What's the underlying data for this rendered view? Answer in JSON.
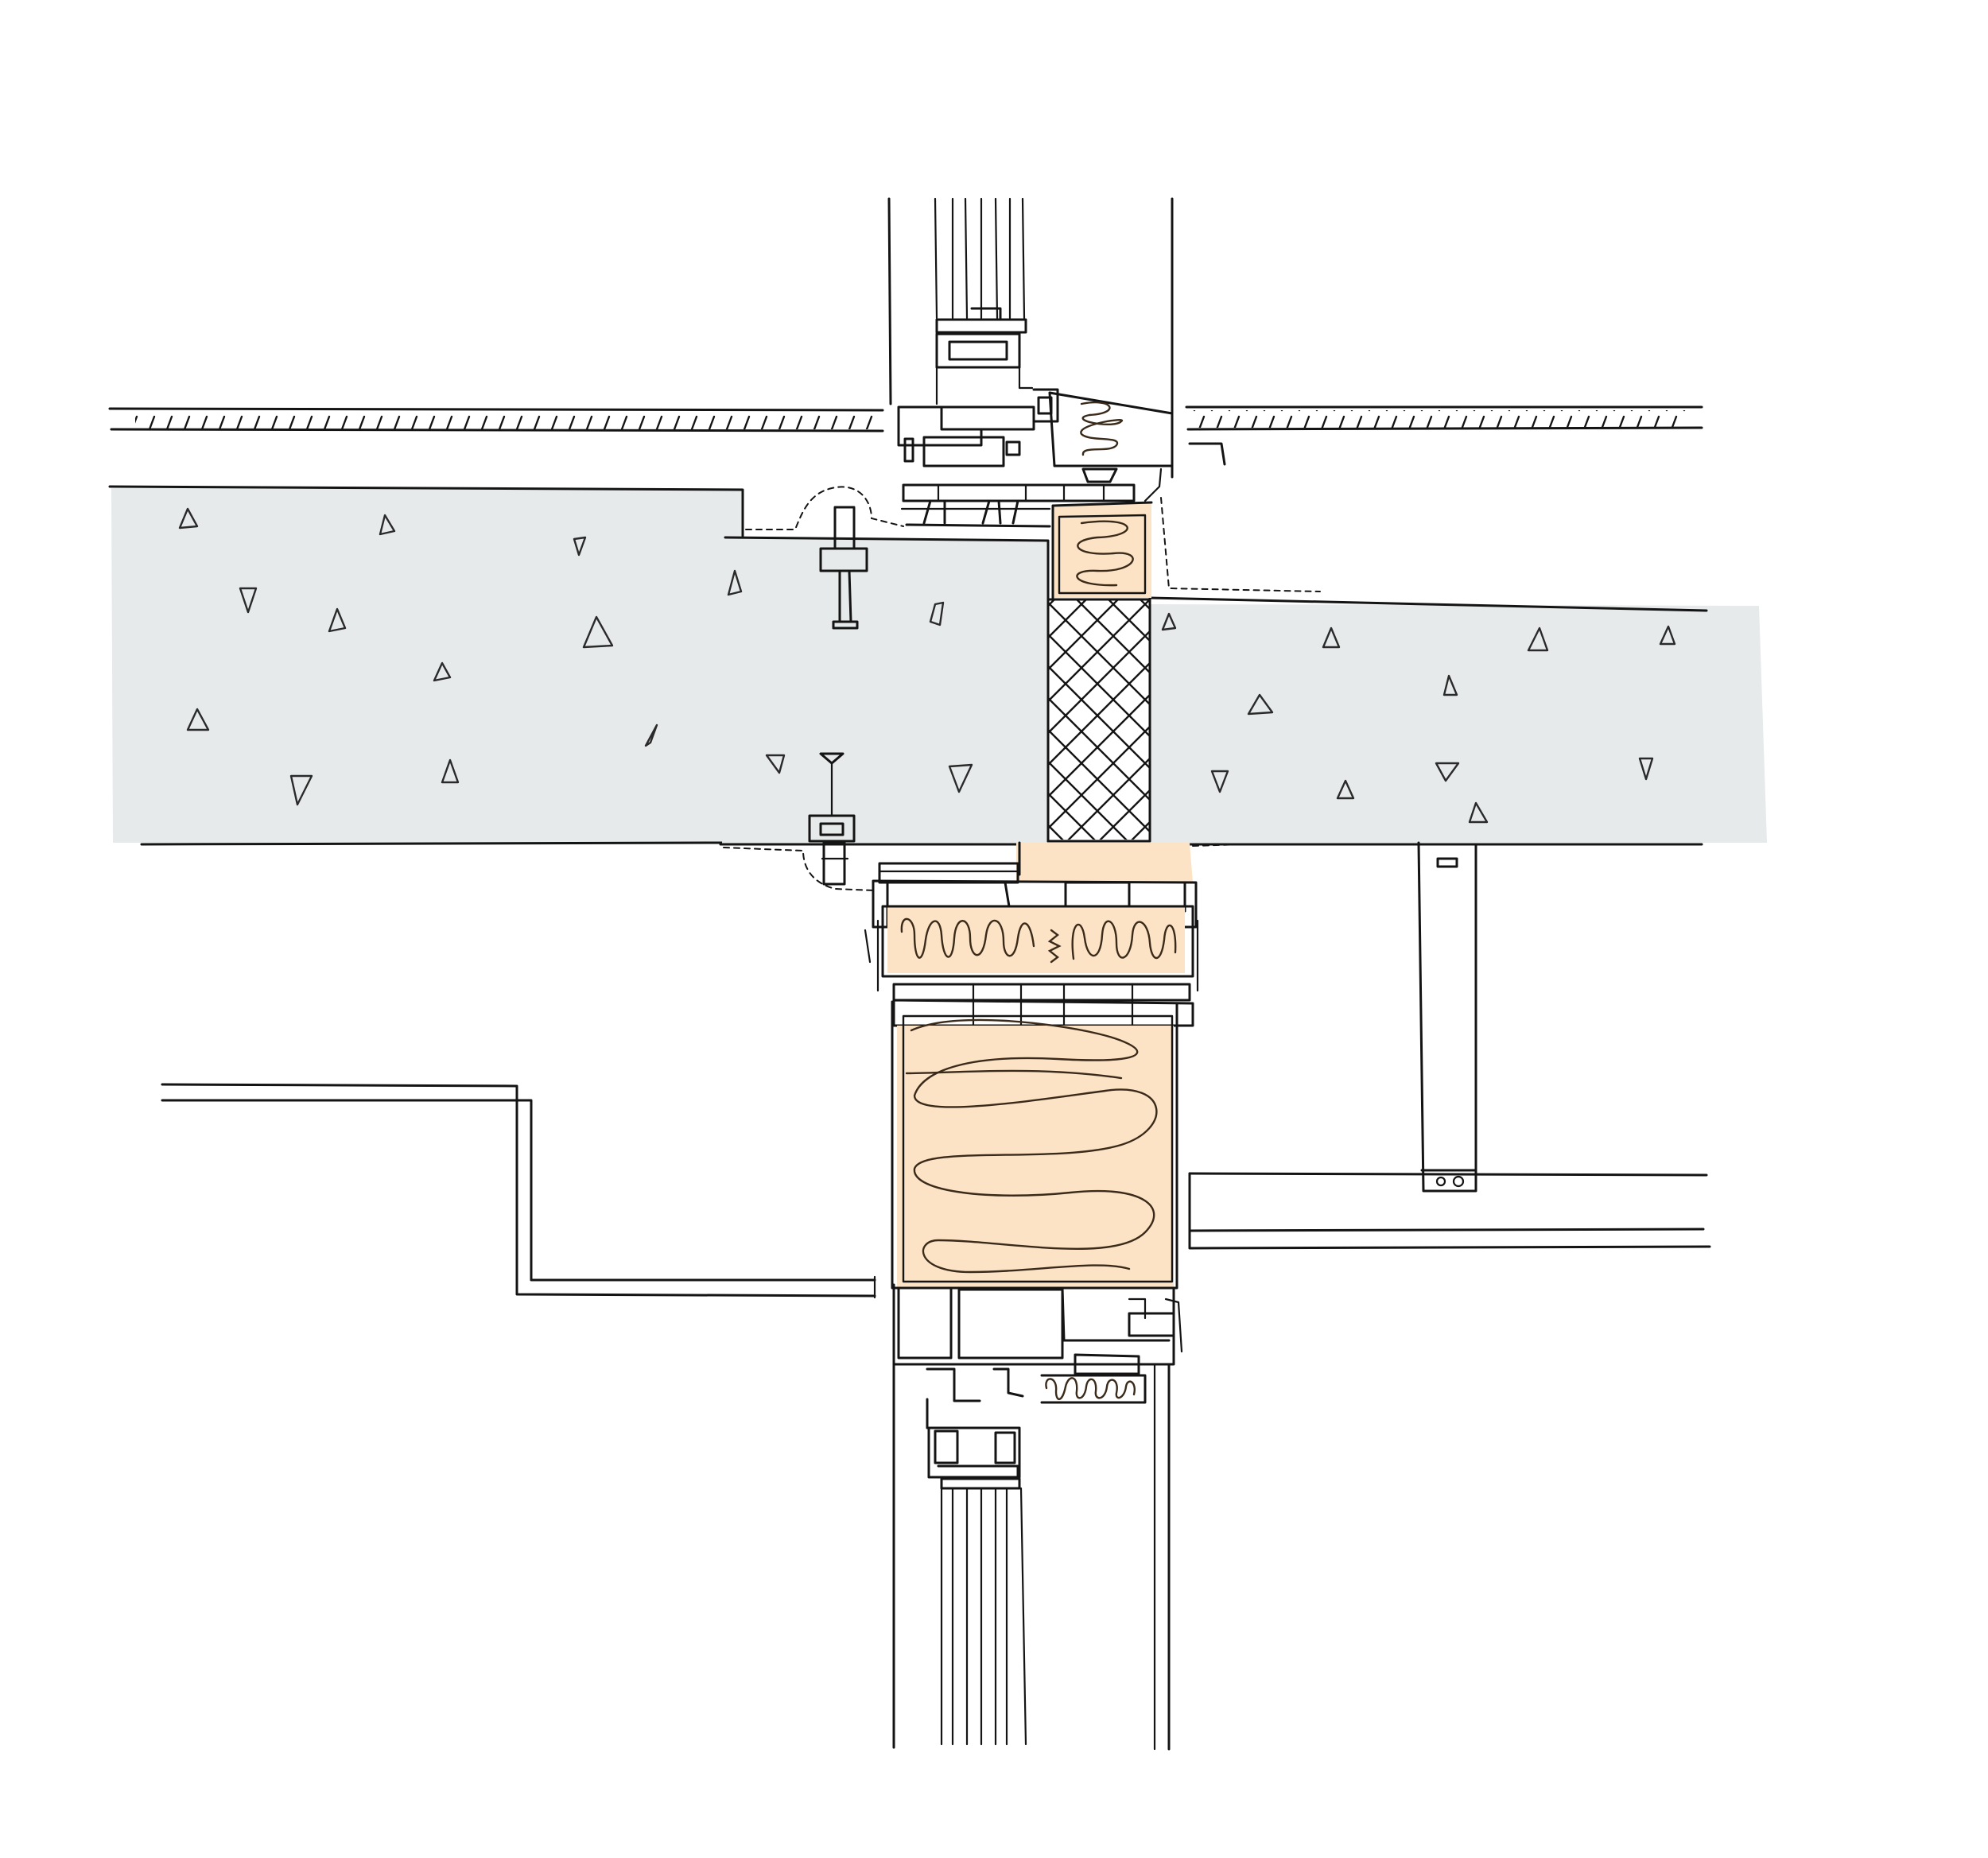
{
  "drawing": {
    "background_color": "#ffffff",
    "line_color": "#141414",
    "colors": {
      "concrete_slab": "#e6eaea",
      "insulation": "#fde3c5",
      "insulation_outline": "#3a2a1a"
    },
    "components": [
      {
        "name": "mullion-upper",
        "fill": "none"
      },
      {
        "name": "hatched-finish-band-left",
        "fill": "hatch"
      },
      {
        "name": "hatched-finish-band-right",
        "fill": "hatch"
      },
      {
        "name": "concrete-slab-left",
        "fill": "concrete_slab"
      },
      {
        "name": "concrete-slab-center",
        "fill": "concrete_slab"
      },
      {
        "name": "concrete-slab-right",
        "fill": "concrete_slab"
      },
      {
        "name": "cross-hatched-fire-stop",
        "fill": "crosshatch"
      },
      {
        "name": "insulation-small",
        "fill": "insulation"
      },
      {
        "name": "insulation-transom",
        "fill": "insulation"
      },
      {
        "name": "insulation-large",
        "fill": "insulation"
      },
      {
        "name": "anchor-bracket",
        "fill": "none"
      },
      {
        "name": "steel-hanger",
        "fill": "none"
      },
      {
        "name": "ceiling-step-left",
        "fill": "none"
      },
      {
        "name": "ceiling-bulkhead-right",
        "fill": "none"
      },
      {
        "name": "mullion-lower",
        "fill": "none"
      }
    ]
  }
}
